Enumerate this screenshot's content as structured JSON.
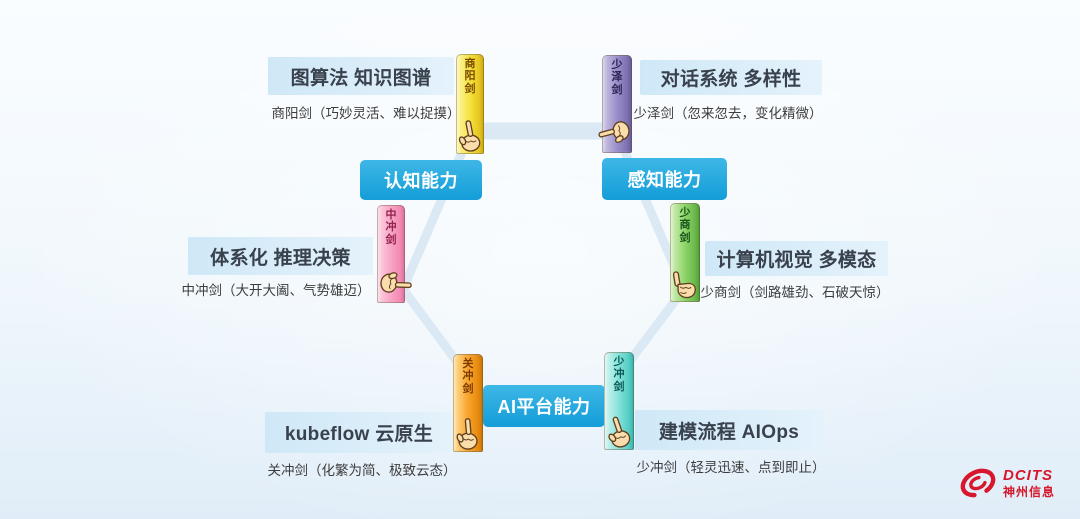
{
  "theme": {
    "accent": "#3eb7e6",
    "accent_dark": "#149dd8",
    "panel_box_from": "#cfe8f7",
    "panel_box_to": "#e4f2fb",
    "title_color": "#39414d",
    "caption_color": "#3c3c3c",
    "hand_skin": "#fbdcab",
    "hand_outline": "#5f4020",
    "hex_line_color": "#dbe9f5"
  },
  "abilities": [
    {
      "label": "认知能力"
    },
    {
      "label": "感知能力"
    },
    {
      "label": "AI平台能力"
    }
  ],
  "panels": [
    {
      "title": "图算法 知识图谱",
      "caption": "商阳剑（巧妙灵活、难以捉摸）",
      "sword_name": "商阳剑",
      "sword_colors": {
        "light": "#fdf6ae",
        "mid": "#f5e33c",
        "dark": "#ddb814",
        "label": "#7b4a00"
      }
    },
    {
      "title": "对话系统 多样性",
      "caption": "少泽剑（忽来忽去，变化精微）",
      "sword_name": "少泽剑",
      "sword_colors": {
        "light": "#cfc9e6",
        "mid": "#9a8ec9",
        "dark": "#6f63a8",
        "label": "#2f2354"
      }
    },
    {
      "title": "体系化 推理决策",
      "caption": "中冲剑（大开大阖、气势雄迈）",
      "sword_name": "中冲剑",
      "sword_colors": {
        "light": "#fcd7e6",
        "mid": "#f8a3c5",
        "dark": "#ee7cab",
        "label": "#93234d"
      }
    },
    {
      "title": "计算机视觉 多模态",
      "caption": "少商剑（剑路雄劲、石破天惊）",
      "sword_name": "少商剑",
      "sword_colors": {
        "light": "#d8f2c0",
        "mid": "#8ed468",
        "dark": "#58ab3e",
        "label": "#17551c"
      }
    },
    {
      "title": "kubeflow 云原生",
      "caption": "关冲剑（化繁为简、极致云态）",
      "sword_name": "关冲剑",
      "sword_colors": {
        "light": "#ffe2a0",
        "mid": "#f9a42a",
        "dark": "#dd7f02",
        "label": "#7b3a00"
      }
    },
    {
      "title": "建模流程 AIOps",
      "caption": "少冲剑（轻灵迅速、点到即止）",
      "sword_name": "少冲剑",
      "sword_colors": {
        "light": "#d8f6f3",
        "mid": "#83e2da",
        "dark": "#3cc2ba",
        "label": "#0c5a57"
      }
    }
  ],
  "logo": {
    "brand": "DCITS",
    "company": "神州信息",
    "color": "#d6172c"
  }
}
